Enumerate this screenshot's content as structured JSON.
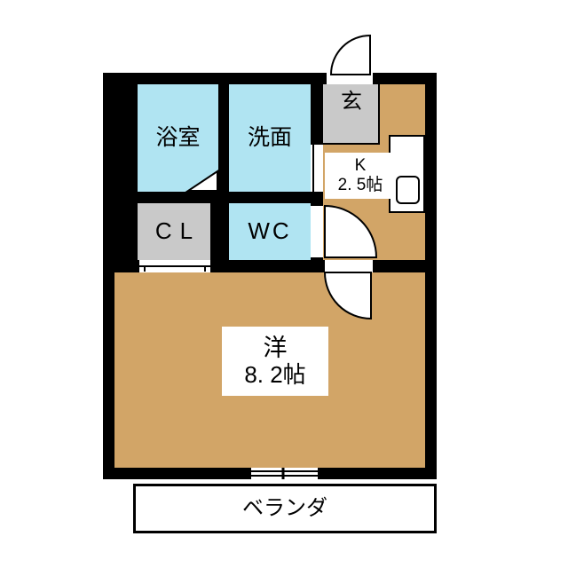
{
  "rooms": {
    "bathroom": {
      "label": "浴室"
    },
    "washroom": {
      "label": "洗面"
    },
    "entrance": {
      "label": "玄"
    },
    "kitchen": {
      "label_top": "K",
      "label_size": "2. 5帖"
    },
    "closet": {
      "label": "CL"
    },
    "toilet": {
      "label": "WC"
    },
    "western_room": {
      "label_top": "洋",
      "label_size": "8. 2帖"
    },
    "veranda": {
      "label": "ベランダ"
    }
  },
  "colors": {
    "floor_tan": "#d2a567",
    "wet_blue": "#b0e4f2",
    "tile_gray": "#c9c9c9",
    "wall": "#000000",
    "background": "#ffffff",
    "label_bg": "#ffffff",
    "text": "#000000"
  }
}
